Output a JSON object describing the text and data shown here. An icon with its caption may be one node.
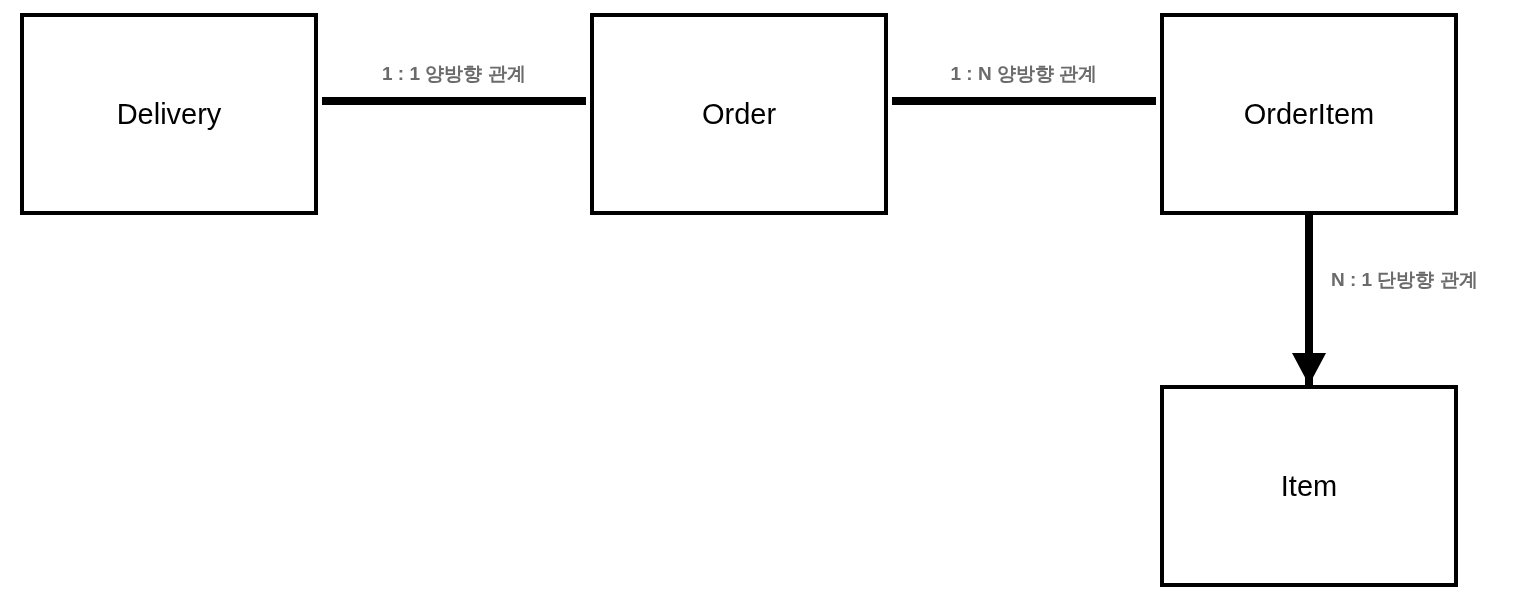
{
  "diagram": {
    "nodes": [
      {
        "text": [
          "Delivery"
        ]
      },
      {
        "text": [
          "Order"
        ]
      },
      {
        "text": [
          "OrderItem"
        ]
      },
      {
        "text": [
          "Item"
        ]
      }
    ],
    "edges": [
      {
        "from": 0,
        "to": 1,
        "arrow": "none",
        "label": "1 : 1 양방향 관계"
      },
      {
        "from": 1,
        "to": 2,
        "arrow": "none",
        "label": "1 : N 양방향 관계"
      },
      {
        "from": 2,
        "to": 3,
        "arrow": "to",
        "label": "N : 1 단방향 관계"
      }
    ]
  }
}
